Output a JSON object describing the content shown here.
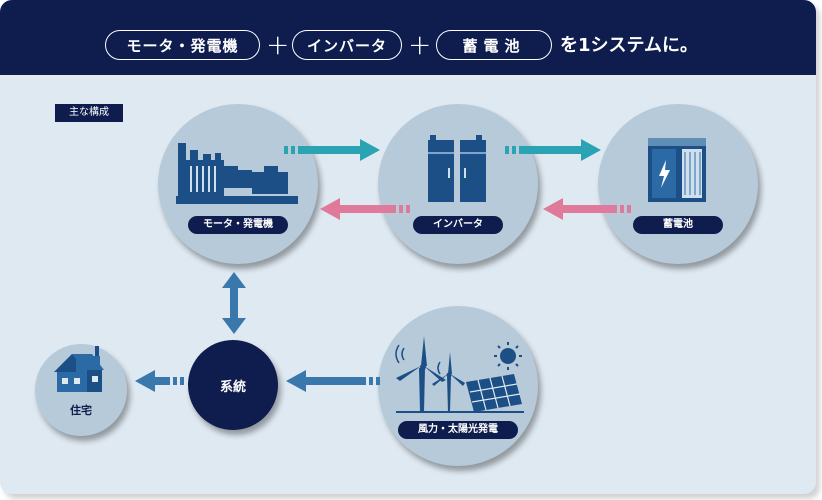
{
  "header": {
    "pills": [
      "モータ・発電機",
      "インバータ",
      "蓄電池"
    ],
    "plus": "+",
    "suffix": "を1システムに。"
  },
  "section_tag": "主な構成",
  "nodes": {
    "motor": "モータ・発電機",
    "inverter": "インバータ",
    "battery": "蓄電池",
    "grid": "系統",
    "house": "住宅",
    "renewable": "風力・太陽光発電"
  },
  "colors": {
    "navy": "#0e1c4e",
    "icon_blue": "#1b4f86",
    "teal_arrow": "#2aa3b3",
    "pink_arrow": "#e07a9b",
    "steel_arrow": "#3a77ad",
    "circle_fill": "#b7cad9",
    "background": "#dfe9f2"
  }
}
